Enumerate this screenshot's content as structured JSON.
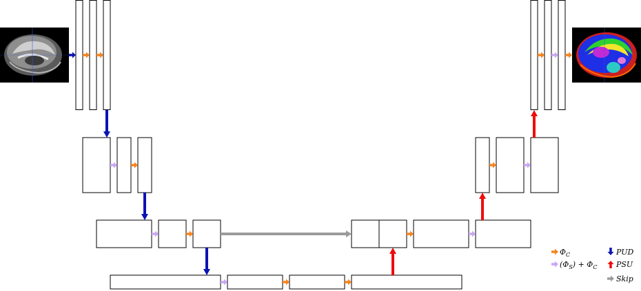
{
  "colors": {
    "phi_c": "#f5841f",
    "phi_s_plus_c": "#c9a6f5",
    "pud": "#0a14b4",
    "psu": "#ee0c0c",
    "skip": "#9b9b9b",
    "block_stroke": "#000000"
  },
  "images": {
    "input": "brain-mri-slice",
    "output": "brain-segmentation-overlay"
  },
  "legend": {
    "phi_c": "Φ_C",
    "phi_s_plus_c": "(Φ_S) + Φ_C",
    "pud": "PUD",
    "psu": "PSU",
    "skip": "Skip"
  }
}
